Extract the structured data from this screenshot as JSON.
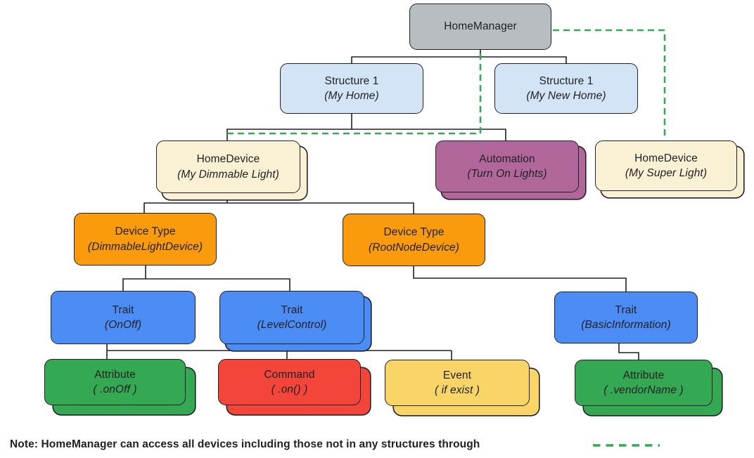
{
  "diagram": {
    "nodes": {
      "home_manager": {
        "title": "HomeManager",
        "subtitle": ""
      },
      "structure_my_home": {
        "title": "Structure 1",
        "subtitle": "(My Home)"
      },
      "structure_my_new_home": {
        "title": "Structure 1",
        "subtitle": "(My New Home)"
      },
      "homedevice_dimmable": {
        "title": "HomeDevice",
        "subtitle": "(My Dimmable Light)"
      },
      "automation": {
        "title": "Automation",
        "subtitle": "(Turn On Lights)"
      },
      "homedevice_super": {
        "title": "HomeDevice",
        "subtitle": "(My Super Light)"
      },
      "devicetype_dimmable": {
        "title": "Device Type",
        "subtitle": "(DimmableLightDevice)"
      },
      "devicetype_rootnode": {
        "title": "Device Type",
        "subtitle": "(RootNodeDevice)"
      },
      "trait_onoff": {
        "title": "Trait",
        "subtitle": "(OnOff)"
      },
      "trait_levelcontrol": {
        "title": "Trait",
        "subtitle": "(LevelControl)"
      },
      "trait_basicinfo": {
        "title": "Trait",
        "subtitle": "(BasicInformation)"
      },
      "attribute_onoff": {
        "title": "Attribute",
        "subtitle": "( .onOff )"
      },
      "command_on": {
        "title": "Command",
        "subtitle": "( .on() )"
      },
      "event_ifexist": {
        "title": "Event",
        "subtitle": "( if exist )"
      },
      "attribute_vendorname": {
        "title": "Attribute",
        "subtitle": "( .vendorName )"
      }
    },
    "note": "Note: HomeManager can access all devices including those not in any structures through",
    "colors": {
      "gray": "#B8BDC1",
      "light_blue": "#D4E4F7",
      "cream": "#FAF0D3",
      "mauve": "#B2679B",
      "orange": "#F99B0D",
      "blue": "#4C8DF5",
      "green": "#34A853",
      "red": "#F4453A",
      "yellow": "#F9D567",
      "dashed_green": "#34A853",
      "border": "#202124"
    }
  }
}
